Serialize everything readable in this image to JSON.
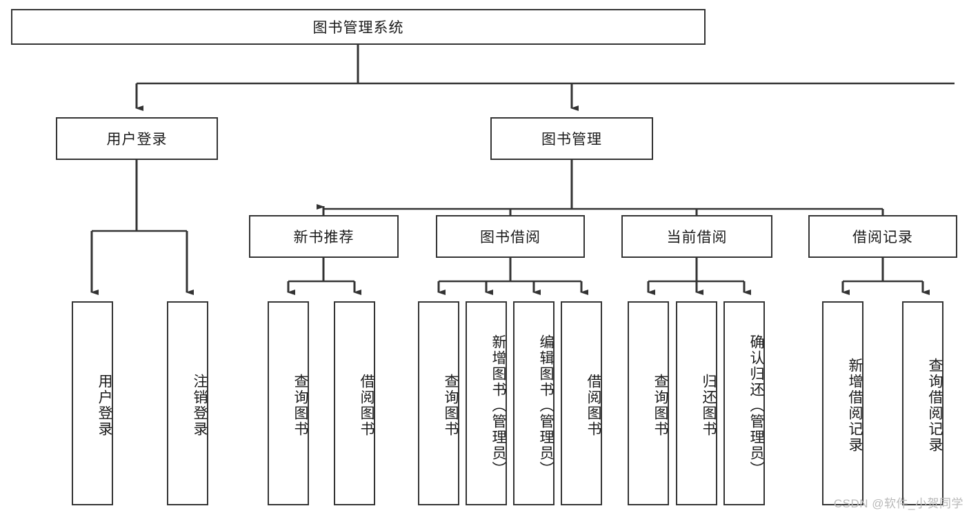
{
  "diagram": {
    "title": "图书管理系统",
    "type": "tree-hierarchy",
    "colors": {
      "box_border": "#333333",
      "box_fill": "#ffffff",
      "connector": "#333333",
      "text": "#1a1a1a",
      "watermark": "#b9b9b9",
      "background": "#ffffff"
    },
    "root": {
      "label": "图书管理系统"
    },
    "level2": [
      {
        "label": "用户登录"
      },
      {
        "label": "图书管理"
      }
    ],
    "level3": [
      {
        "label": "新书推荐"
      },
      {
        "label": "图书借阅"
      },
      {
        "label": "当前借阅"
      },
      {
        "label": "借阅记录"
      }
    ],
    "leaves": {
      "user_login": [
        {
          "label": "用户登录"
        },
        {
          "label": "注销登录"
        }
      ],
      "new_book_recommend": [
        {
          "label": "查询图书"
        },
        {
          "label": "借阅图书"
        }
      ],
      "book_borrow": [
        {
          "label": "查询图书"
        },
        {
          "label": "新增图书（管理员）"
        },
        {
          "label": "编辑图书（管理员）"
        },
        {
          "label": "借阅图书"
        }
      ],
      "current_borrow": [
        {
          "label": "查询图书"
        },
        {
          "label": "归还图书"
        },
        {
          "label": "确认归还（管理员）"
        }
      ],
      "borrow_record": [
        {
          "label": "新增借阅记录"
        },
        {
          "label": "查询借阅记录"
        }
      ]
    },
    "watermark": "CSDN @软件_小贺同学"
  }
}
